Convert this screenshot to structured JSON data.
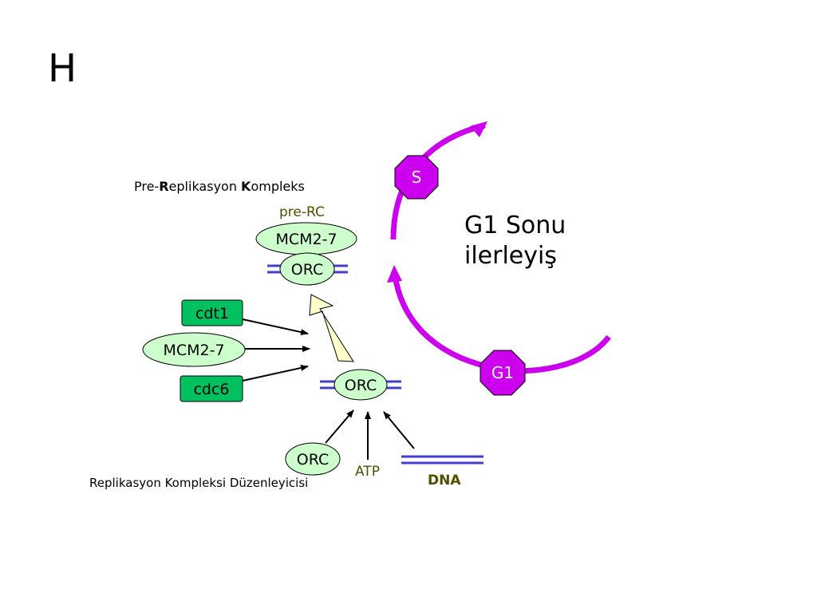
{
  "slide": {
    "title": "H"
  },
  "cycle": {
    "label_line1": "G1 Sonu",
    "label_line2": "ilerleyiş",
    "s_phase": "S",
    "g1_phase": "G1",
    "arc_color": "#cc00ee",
    "octagon_color": "#cc00ee"
  },
  "pre_rc": {
    "full_name_prefix": "Pre-",
    "full_name_r": "R",
    "full_name_mid": "eplikasyon ",
    "full_name_k": "K",
    "full_name_suffix": "ompleks",
    "short": "pre-RC",
    "mcm_label": "MCM2-7",
    "orc_label": "ORC"
  },
  "factors": {
    "cdt1": "cdt1",
    "mcm": "MCM2-7",
    "cdc6": "cdc6",
    "box_color": "#00c060",
    "ellipse_color": "#ccffcc"
  },
  "origin": {
    "orc_label": "ORC"
  },
  "inputs": {
    "orc_label": "ORC",
    "atp_label": "ATP",
    "dna_label": "DNA",
    "regulator_label": "Replikasyon Kompleksi Düzenleyicisi"
  },
  "colors": {
    "dna_lines": "#4040cc",
    "big_arrow_fill": "#ffffcc"
  }
}
